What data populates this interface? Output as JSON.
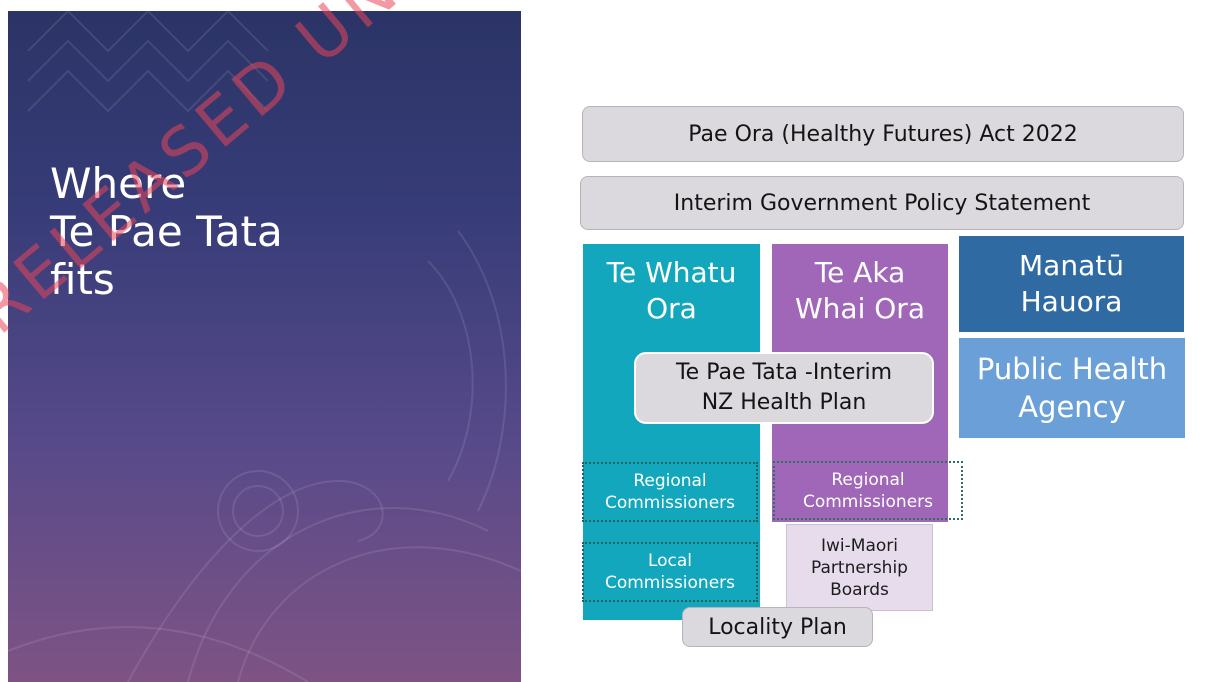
{
  "slide": {
    "heading_lines": [
      "Where",
      "Te Pae Tata",
      "fits"
    ]
  },
  "diagram": {
    "act": "Pae Ora (Healthy Futures) Act 2022",
    "policy": "Interim Government Policy Statement",
    "te_whatu_ora": "Te Whatu\nOra",
    "te_aka_whai_ora": "Te Aka\nWhai Ora",
    "manatu_hauora": "Manatū\nHauora",
    "public_health_agency": "Public Health\nAgency",
    "interim_plan": "Te Pae Tata -Interim\nNZ Health Plan",
    "regional_commissioners_1": "Regional\nCommissioners",
    "regional_commissioners_2": "Regional\nCommissioners",
    "local_commissioners": "Local\nCommissioners",
    "iwi_maori": "Iwi-Maori\nPartnership\nBoards",
    "locality_plan": "Locality Plan"
  },
  "colors": {
    "teal": "#12a7bd",
    "purple": "#a066b8",
    "dark_blue": "#2f6aa3",
    "light_blue": "#6b9fd8",
    "pill_grey": "#dcd9de"
  },
  "watermark": "RELEASED UNDER THE OFFICIAL"
}
